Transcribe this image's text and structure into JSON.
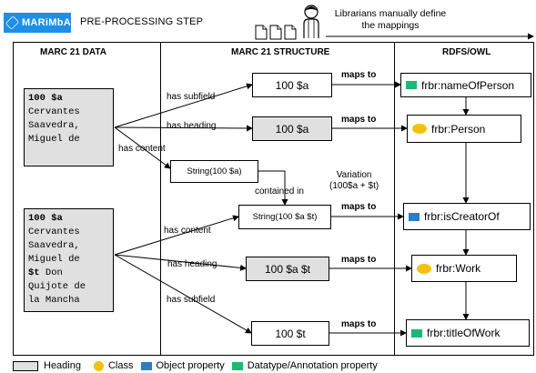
{
  "header": {
    "logo_text": "MARiMbA",
    "step_title": "PRE-PROCESSING STEP",
    "librarians_text": "Librarians manually define the mappings"
  },
  "columns": {
    "marc_data": "MARC 21 DATA",
    "marc_structure": "MARC 21 STRUCTURE",
    "rdfs_owl": "RDFS/OWL"
  },
  "records": [
    {
      "field": "100 $a",
      "text": "Cervantes\nSaavedra,\nMiguel de"
    },
    {
      "field": "100 $a",
      "text": "Cervantes\nSaavedra,\nMiguel de",
      "subfield": "$t",
      "subfield_text": "Don\nQuijote de\nla Mancha"
    }
  ],
  "structure_boxes": {
    "sub_100a": "100 $a",
    "head_100a": "100 $a",
    "string_100a": "String(100 $a)",
    "string_100at": "String(100 $a $t)",
    "head_100at": "100 $a $t",
    "sub_100t": "100 $t"
  },
  "ontology_boxes": {
    "nameOfPerson": "frbr:nameOfPerson",
    "person": "frbr:Person",
    "isCreatorOf": "frbr:isCreatorOf",
    "work": "frbr:Work",
    "titleOfWork": "frbr:titleOfWork"
  },
  "edge_labels": {
    "has_subfield_1": "has subfield",
    "has_heading_1": "has heading",
    "has_content_1": "has content",
    "contained_in": "contained in",
    "variation": "Variation\n(100$a + $t)",
    "has_content_2": "has content",
    "has_heading_2": "has heading",
    "has_subfield_2": "has subfield",
    "maps_to": "maps to"
  },
  "legend": {
    "heading": "Heading",
    "class": "Class",
    "object_property": "Object property",
    "datatype_property": "Datatype/Annotation property"
  },
  "colors": {
    "logo": "#1e8fe6",
    "heading_fill": "#e0e0e0",
    "class": "#f2c10f",
    "object_property": "#2a7fc4",
    "datatype_property": "#22b573"
  }
}
